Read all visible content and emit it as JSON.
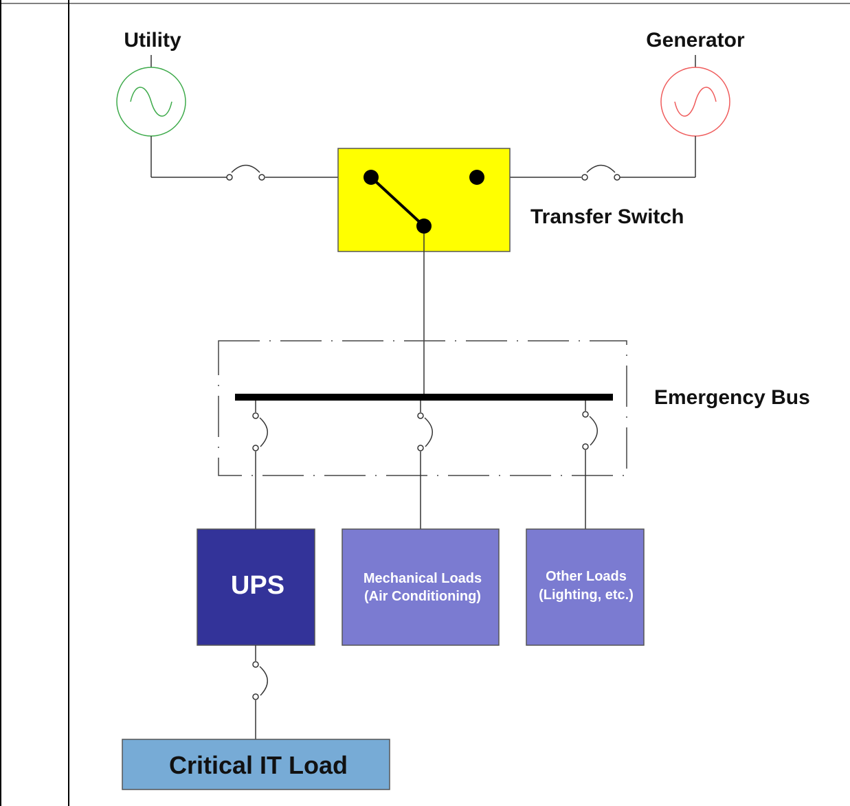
{
  "sources": {
    "utility": {
      "label": "Utility",
      "color": "#3daa4a"
    },
    "generator": {
      "label": "Generator",
      "color": "#ef5b5b"
    }
  },
  "transfer_switch": {
    "label": "Transfer Switch",
    "color": "#ffff00"
  },
  "bus": {
    "label": "Emergency Bus"
  },
  "loads": {
    "ups": {
      "label": "UPS",
      "color": "#333399"
    },
    "mechanical": {
      "line1": "Mechanical Loads",
      "line2": "(Air Conditioning)",
      "color": "#7b7bd1"
    },
    "other": {
      "line1": "Other Loads",
      "line2": "(Lighting, etc.)",
      "color": "#7b7bd1"
    }
  },
  "critical_load": {
    "label": "Critical IT Load",
    "color": "#77abd6"
  }
}
